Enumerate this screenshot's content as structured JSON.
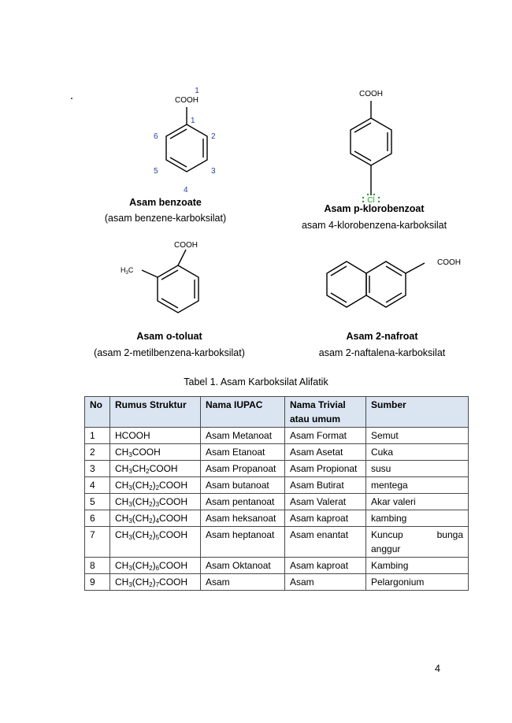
{
  "structures": [
    {
      "id": "benzoic",
      "name": "Asam benzoate",
      "subtitle": "(asam benzene-karboksilat)",
      "group_label": "COOH",
      "numbers": [
        "1",
        "1",
        "2",
        "3",
        "4",
        "5",
        "6"
      ],
      "number_color": "#2a3fa0"
    },
    {
      "id": "p-chlorobenzoic",
      "name": "Asam p-klorobenzoat",
      "subtitle": "asam 4-klorobenzena-karboksilat",
      "group_label": "COOH",
      "substituent_label": "Cl",
      "substituent_color": "#2e9a2e"
    },
    {
      "id": "o-toluic",
      "name": "Asam o-toluat",
      "subtitle": "(asam 2-metilbenzena-karboksilat)",
      "group_label": "COOH",
      "methyl_label": "H3C"
    },
    {
      "id": "naphthoic",
      "name": "Asam 2-nafroat",
      "subtitle": "asam 2-naftalena-karboksilat",
      "group_label": "COOH"
    }
  ],
  "table": {
    "title": "Tabel 1. Asam Karboksilat Alifatik",
    "header_bg": "#dbe5f1",
    "headers": [
      "No",
      "Rumus Struktur",
      "Nama IUPAC",
      "Nama Trivial atau umum",
      "Sumber"
    ],
    "rows": [
      {
        "no": "1",
        "formula": "HCOOH",
        "iupac": "Asam Metanoat",
        "trivial": "Asam Format",
        "source": "Semut"
      },
      {
        "no": "2",
        "formula": "CH3COOH",
        "iupac": "Asam Etanoat",
        "trivial": "Asam Asetat",
        "source": "Cuka"
      },
      {
        "no": "3",
        "formula": "CH3CH2COOH",
        "iupac": "Asam Propanoat",
        "trivial": "Asam Propionat",
        "source": "susu"
      },
      {
        "no": "4",
        "formula": "CH3(CH2)2COOH",
        "iupac": "Asam butanoat",
        "trivial": "Asam Butirat",
        "source": "mentega"
      },
      {
        "no": "5",
        "formula": "CH3(CH2)3COOH",
        "iupac": "Asam pentanoat",
        "trivial": "Asam Valerat",
        "source": "Akar valeri"
      },
      {
        "no": "6",
        "formula": "CH3(CH2)4COOH",
        "iupac": "Asam heksanoat",
        "trivial": "Asam kaproat",
        "source": "kambing"
      },
      {
        "no": "7",
        "formula": "CH3(CH2)5COOH",
        "iupac": "Asam heptanoat",
        "trivial": "Asam enantat",
        "source": "Kuncup bunga anggur"
      },
      {
        "no": "8",
        "formula": "CH3(CH2)6COOH",
        "iupac": "Asam Oktanoat",
        "trivial": "Asam kaproat",
        "source": "Kambing"
      },
      {
        "no": "9",
        "formula": "CH3(CH2)7COOH",
        "iupac": "Asam",
        "trivial": "Asam",
        "source": "Pelargonium"
      }
    ]
  },
  "page_number": "4"
}
